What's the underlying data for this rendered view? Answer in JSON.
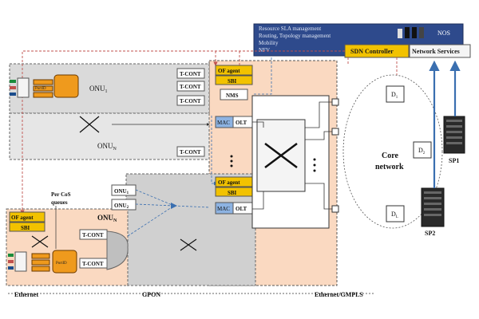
{
  "nos_panel": {
    "lines": [
      "Resource SLA management",
      "Routing, Topology management",
      "Mobility",
      "NFV"
    ],
    "label": "NOS"
  },
  "controllers": {
    "sdn_controller": "SDN Controller",
    "network_services": "Network Services"
  },
  "onu_top": {
    "name": "ONU",
    "sub": "1",
    "tconts": [
      "T-CONT",
      "T-CONT",
      "T-CONT"
    ],
    "port_label": "PortID"
  },
  "onu_n": {
    "name": "ONU",
    "sub": "N",
    "tcont": "T-CONT"
  },
  "olt_top": {
    "of_agent": "OF agent",
    "sbi": "SBI",
    "nms": "NMS",
    "mac": "MAC",
    "olt": "OLT"
  },
  "olt_bottom": {
    "of_agent": "OF agent",
    "sbi": "SBI",
    "mac": "MAC",
    "olt": "OLT"
  },
  "onu_small": [
    {
      "name": "ONU",
      "sub": "1"
    },
    {
      "name": "ONU",
      "sub": "2"
    }
  ],
  "onu_bottom": {
    "name": "ONU",
    "sub": "N",
    "of_agent": "OF agent",
    "sbi": "SBI",
    "tconts": [
      "T-CONT",
      "T-CONT"
    ],
    "port_label": "PortID",
    "queues_label": [
      "Per CoS",
      "queues"
    ]
  },
  "core": {
    "label": [
      "Core",
      "network"
    ],
    "nodes": [
      {
        "name": "D",
        "sub": "1"
      },
      {
        "name": "D",
        "sub": "2"
      },
      {
        "name": "D",
        "sub": "L"
      }
    ],
    "servers": [
      "SP1",
      "SP2"
    ]
  },
  "bottom_labels": {
    "ethernet": "Ethernet",
    "gpon": "GPON",
    "ethernet_gmpls": "Ethernet/GMPLS"
  },
  "colors": {
    "nos_blue": "#2e4a8c",
    "orange_bg": "#fad9c1",
    "gray_bg": "#d4d4d4",
    "yellow": "#f2c200",
    "arrow_blue": "#3a6fb0",
    "dashed_red": "#c0504d"
  }
}
